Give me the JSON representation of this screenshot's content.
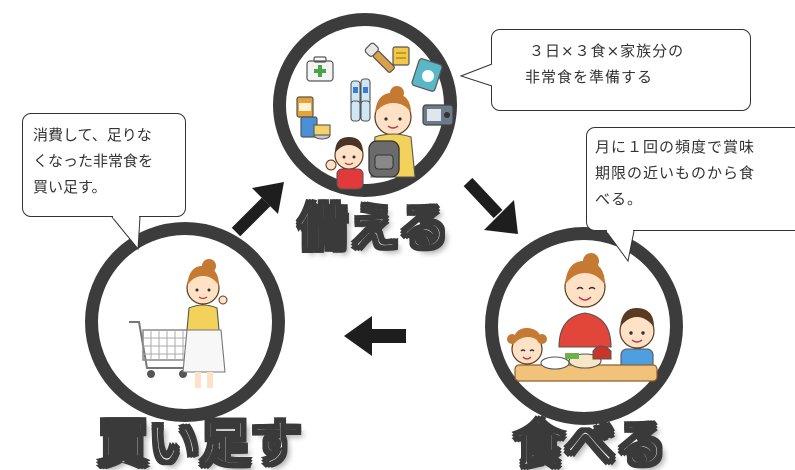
{
  "stages": {
    "prepare": {
      "label": "備える",
      "note_line1": "３日×３食×家族分の",
      "note_line2": "非常食を準備する"
    },
    "eat": {
      "label": "食べる",
      "note_line1": "月に１回の頻度で賞味",
      "note_line2": "期限の近いものから食",
      "note_line3": "べる。"
    },
    "restock": {
      "label": "買い足す",
      "note_line1": "消費して、足りな",
      "note_line2": "くなった非常食を",
      "note_line3": "買い足す。"
    }
  },
  "colors": {
    "ring": "#3c3c3c",
    "arrow": "#1e1e1e",
    "label_fill": "#ffffff",
    "label_outline": "#3a3a3a"
  },
  "icons": [
    "first-aid-kit-icon",
    "flashlight-icon",
    "water-bottles-icon",
    "canned-food-icon",
    "radio-icon",
    "backpack-icon",
    "shopping-cart-icon",
    "meal-table-icon"
  ]
}
